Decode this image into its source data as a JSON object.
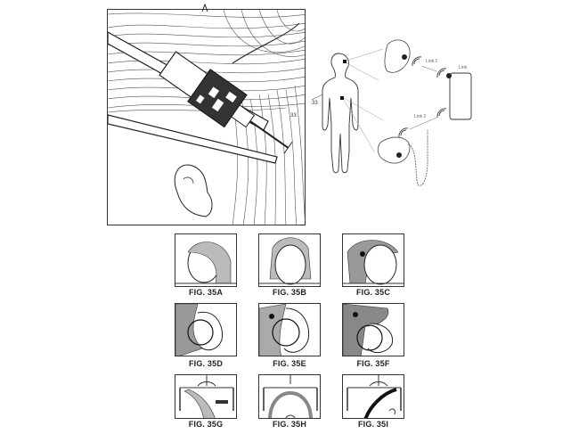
{
  "main_figure": {
    "description": "Close-up of hair-mounted sensor module clipped to hair strands beside ear",
    "ref_number": "33"
  },
  "system_diagram": {
    "link1_label": "Link 1",
    "link2_label": "Link 2",
    "phone_ref": "Link",
    "body_ref": "33"
  },
  "figures": [
    {
      "label": "FIG. 35A",
      "view": "side-left"
    },
    {
      "label": "FIG. 35B",
      "view": "front"
    },
    {
      "label": "FIG. 35C",
      "view": "side-right"
    },
    {
      "label": "FIG. 35D",
      "view": "profile-left"
    },
    {
      "label": "FIG. 35E",
      "view": "profile-left-clip"
    },
    {
      "label": "FIG. 35F",
      "view": "profile-left-band"
    },
    {
      "label": "FIG. 35G",
      "view": "overhead-left"
    },
    {
      "label": "FIG. 35H",
      "view": "overhead-front"
    },
    {
      "label": "FIG. 35I",
      "view": "overhead-right"
    }
  ]
}
